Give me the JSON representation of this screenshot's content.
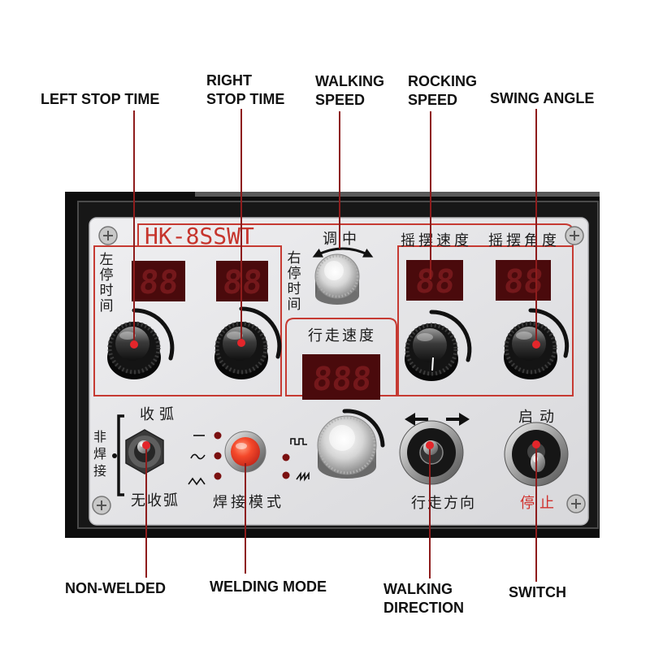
{
  "callouts": {
    "left_stop_time": "LEFT STOP TIME",
    "right_stop_time": [
      "RIGHT",
      "STOP TIME"
    ],
    "walking_speed": [
      "WALKING",
      "SPEED"
    ],
    "rocking_speed": [
      "ROCKING",
      "SPEED"
    ],
    "swing_angle": "SWING ANGLE",
    "non_welded": "NON-WELDED",
    "welding_mode": "WELDING MODE",
    "walking_direction": [
      "WALKING",
      "DIRECTION"
    ],
    "switch": "SWITCH"
  },
  "panel": {
    "model": "HK-8SSWT",
    "labels": {
      "left_stop_time": "左停时间",
      "center_adjust": "调中",
      "right_stop_time": "右停时间",
      "rocking_speed": "摇摆速度",
      "swing_angle": "摇摆角度",
      "walking_speed": "行走速度",
      "arc_close": "收弧",
      "non_welding": "非焊接",
      "no_arc_close": "无收弧",
      "welding_mode": "焊接模式",
      "walking_direction": "行走方向",
      "start": "启动",
      "stop": "停止"
    },
    "displays": {
      "left_stop_time": "88",
      "right_stop_time": "88",
      "walking_speed": "888",
      "rocking_speed": "88",
      "swing_angle": "88"
    },
    "icons": {
      "welding_mode_waveforms": [
        "straight-line-icon",
        "sine-wave-icon",
        "triangle-wave-icon",
        "square-wave-icon",
        "sawtooth-wave-icon"
      ],
      "direction_arrows": [
        "arrow-left-icon",
        "arrow-right-icon"
      ],
      "center_adjust_arrow": "curved-double-arrow-icon",
      "fasteners": "screw-icon"
    }
  },
  "colors": {
    "callout_line": "#8e1c1c",
    "callout_dot": "#e3262b",
    "section_outline": "#c63a32",
    "display_off": "#4a0a0c",
    "stop_label": "#d0312d",
    "start_button": "#f4482a"
  }
}
